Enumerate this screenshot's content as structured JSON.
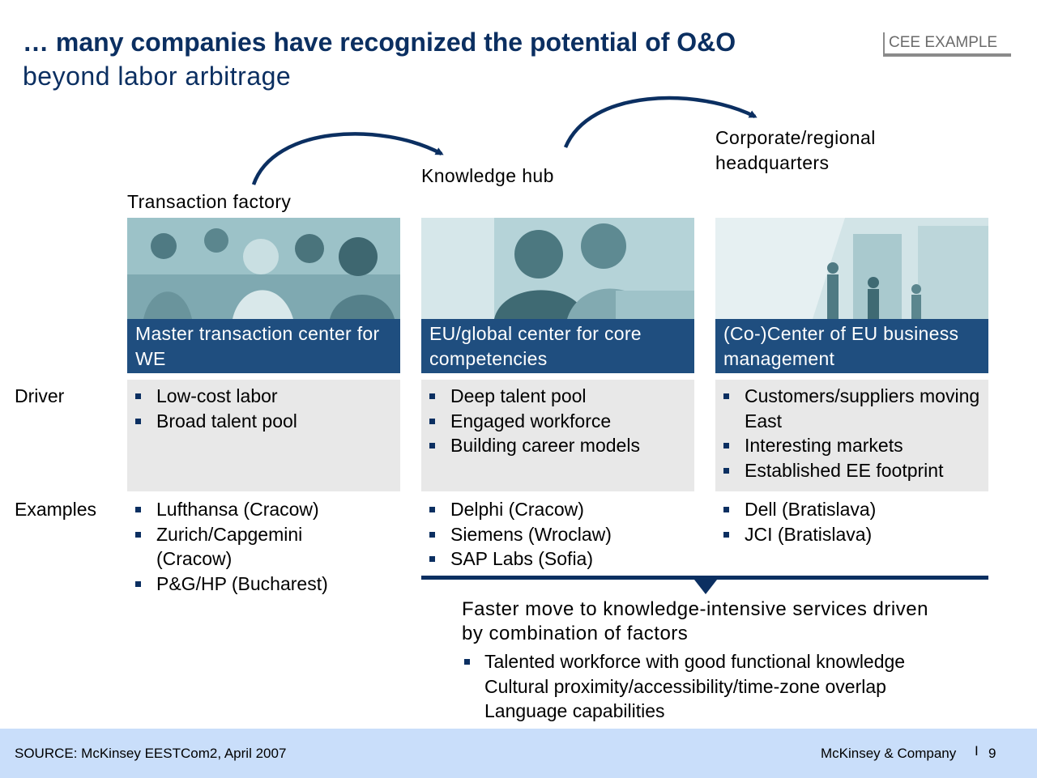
{
  "title": {
    "line1": "… many companies have recognized the potential of O&O",
    "line2": "beyond labor arbitrage"
  },
  "tag": "CEE EXAMPLE",
  "row_labels": {
    "driver": "Driver",
    "examples": "Examples"
  },
  "columns": [
    {
      "stage": "Transaction factory",
      "caption": "Master transaction center for WE",
      "drivers": [
        "Low-cost labor",
        "Broad talent pool"
      ],
      "examples": [
        "Lufthansa (Cracow)",
        "Zurich/Capgemini (Cracow)",
        "P&G/HP (Bucharest)"
      ]
    },
    {
      "stage": "Knowledge hub",
      "caption": "EU/global center for core competencies",
      "drivers": [
        "Deep talent pool",
        "Engaged workforce",
        "Building career models"
      ],
      "examples": [
        "Delphi (Cracow)",
        "Siemens (Wroclaw)",
        "SAP Labs (Sofia)"
      ]
    },
    {
      "stage": "Corporate/regional headquarters",
      "caption": "(Co-)Center of EU business management",
      "drivers": [
        "Customers/suppliers moving East",
        "Interesting markets",
        "Established EE footprint"
      ],
      "examples": [
        "Dell (Bratislava)",
        "JCI (Bratislava)"
      ]
    }
  ],
  "conclusion": {
    "heading": "Faster move to knowledge-intensive services driven by combination of factors",
    "bullet": "Talented workforce with good functional knowledge",
    "continuation": [
      "Cultural proximity/accessibility/time-zone overlap",
      "Language capabilities"
    ]
  },
  "footer": {
    "source": "SOURCE: McKinsey EESTCom2, April 2007",
    "brand": "McKinsey & Company",
    "separator": "I",
    "page": "9"
  },
  "colors": {
    "navy": "#0b2f61",
    "caption_bg": "#1f4e7f",
    "gray_box": "#e8e8e8",
    "footer_bg": "#c9defa"
  }
}
